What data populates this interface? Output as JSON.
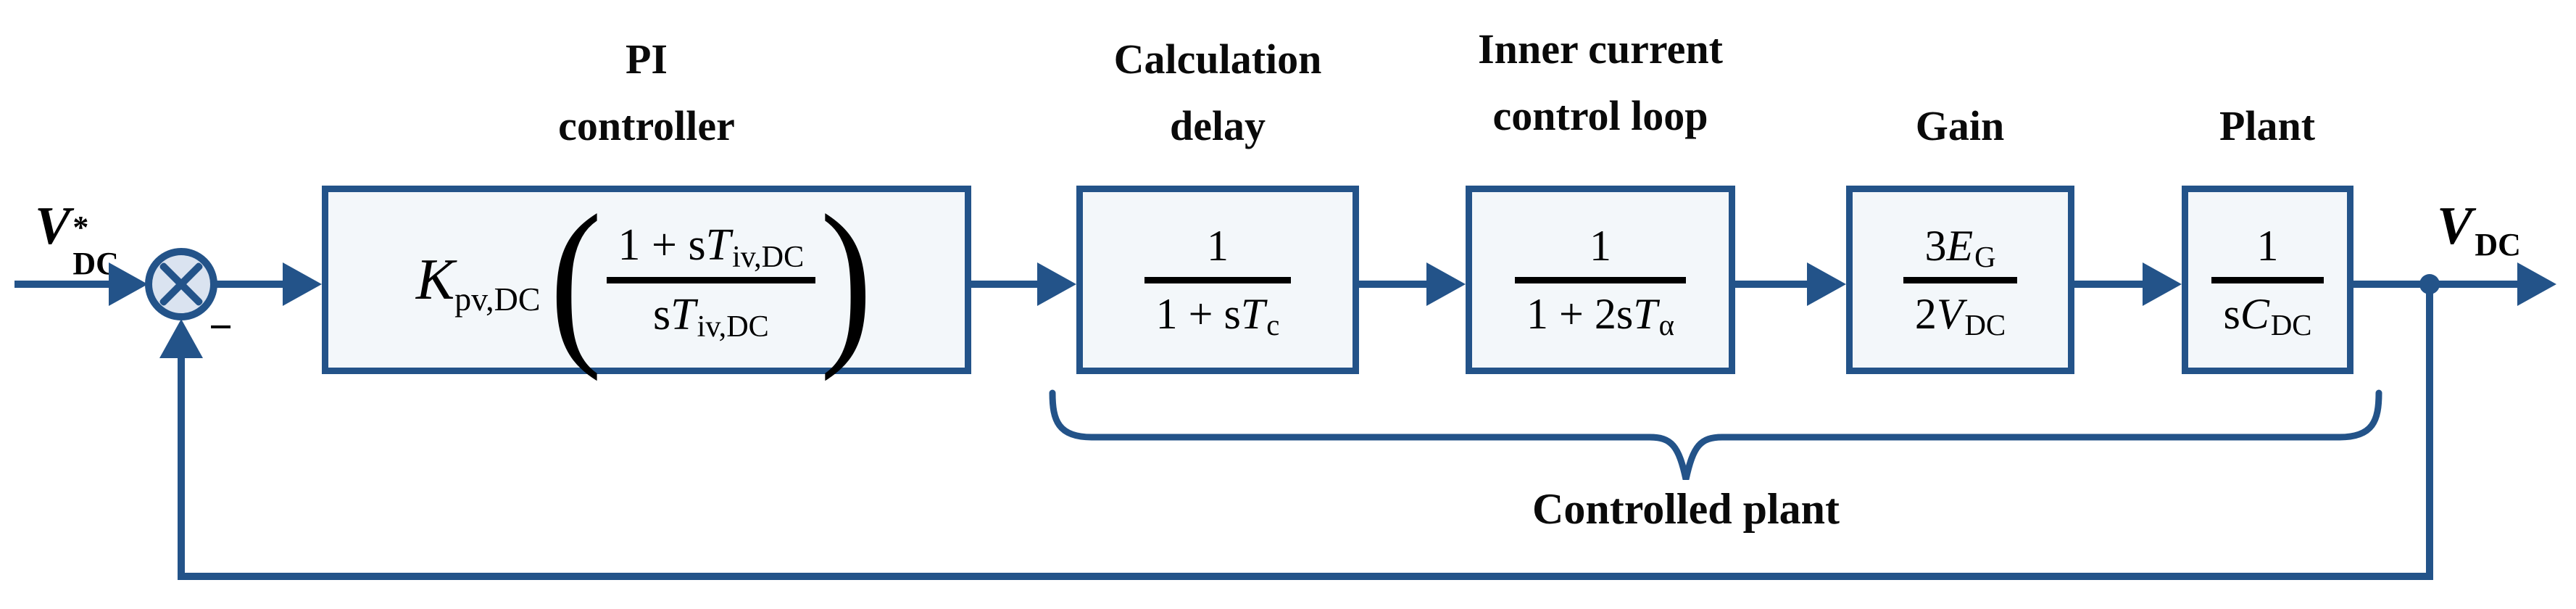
{
  "colors": {
    "line": "#235389",
    "box_fill": "#f3f7fa",
    "circle_fill": "#dae3f0"
  },
  "labels": {
    "input": {
      "var": "V",
      "sup": "*",
      "sub": "DC"
    },
    "output": {
      "var": "V",
      "sub": "DC"
    },
    "minus": "−",
    "brace": "Controlled plant"
  },
  "blocks": {
    "pi": {
      "title1": "PI",
      "title2": "controller",
      "coeff_var": "K",
      "coeff_sub": "pv,DC",
      "open_paren": "(",
      "close_paren": ")",
      "num_pre": "1 + s",
      "num_var": "T",
      "num_sub": "iv,DC",
      "den_pre": "s",
      "den_var": "T",
      "den_sub": "iv,DC"
    },
    "calc": {
      "title1": "Calculation",
      "title2": "delay",
      "num": "1",
      "den_pre": "1 + s",
      "den_var": "T",
      "den_sub": "c"
    },
    "inner": {
      "title1": "Inner current",
      "title2": "control loop",
      "num": "1",
      "den_pre": "1 + 2s",
      "den_var": "T",
      "den_sub": "α"
    },
    "gain": {
      "title": "Gain",
      "num_pre": "3",
      "num_var": "E",
      "num_sub": "G",
      "den_pre": "2",
      "den_var": "V",
      "den_sub": "DC"
    },
    "plant": {
      "title": "Plant",
      "num": "1",
      "den_pre": "s",
      "den_var": "C",
      "den_sub": "DC"
    }
  }
}
